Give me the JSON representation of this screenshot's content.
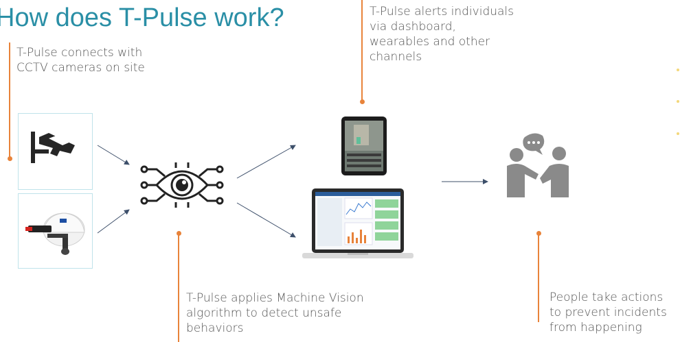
{
  "title": "How does T-Pulse work?",
  "captions": {
    "connect": "T-Pulse connects with\nCCTV cameras on site",
    "alerts": "T-Pulse alerts individuals\nvia dashboard,\nwearables and other\nchannels",
    "vision": "T-Pulse applies Machine Vision\nalgorithm to detect unsafe\nbehaviors",
    "actions": "People take actions\nto prevent incidents\nfrom happening"
  },
  "colors": {
    "title": "#2a8fa6",
    "accent_line": "#e8833a",
    "icon_gray": "#8a8a8a",
    "arrow": "#3d4f6a",
    "box_border": "#bfe3ea"
  },
  "icons": [
    "cctv-camera-icon",
    "hard-hat-camera-icon",
    "machine-vision-eye-icon",
    "tablet-icon",
    "laptop-dashboard-icon",
    "people-talking-icon"
  ]
}
